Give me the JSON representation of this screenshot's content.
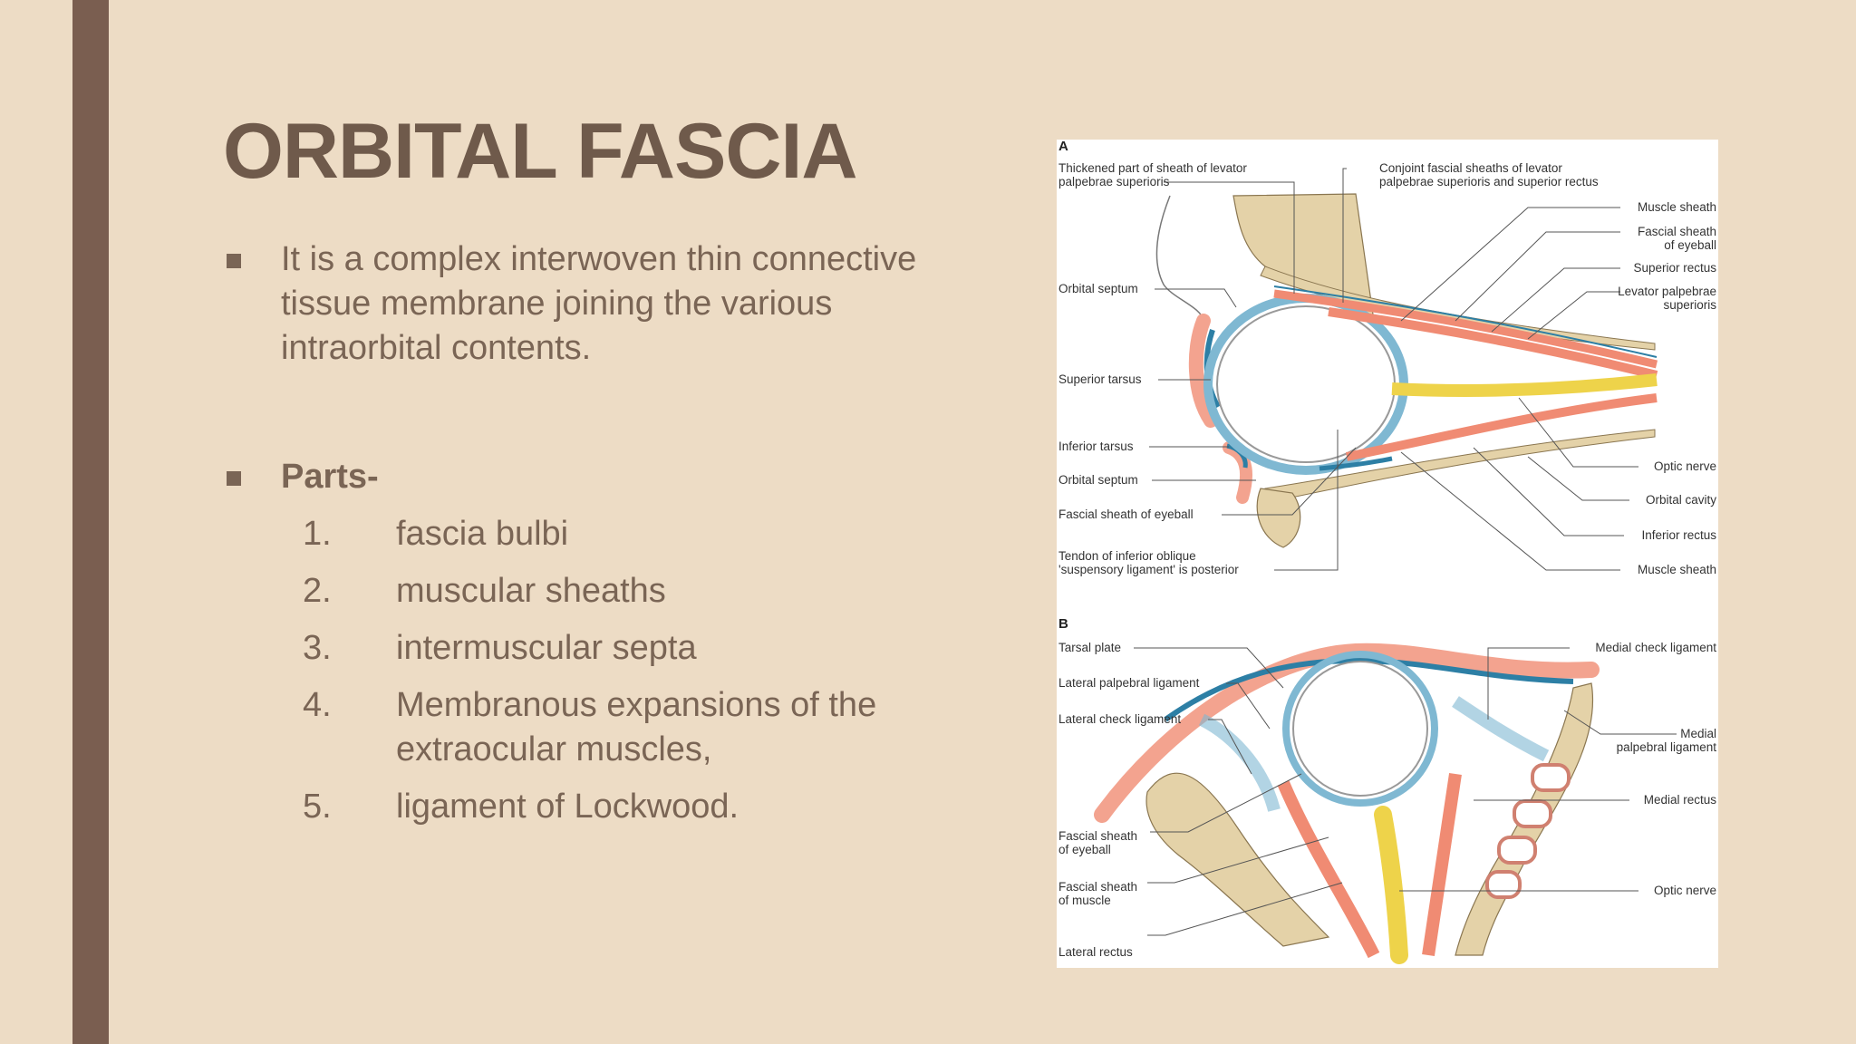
{
  "slide": {
    "title": "ORBITAL FASCIA",
    "bullets": [
      {
        "text": "It is a complex interwoven thin connective tissue membrane joining the various intraorbital contents."
      },
      {
        "text": "Parts-"
      }
    ],
    "parts": [
      {
        "num": "1.",
        "text": "fascia bulbi"
      },
      {
        "num": "2.",
        "text": "muscular sheaths"
      },
      {
        "num": "3.",
        "text": "intermuscular septa"
      },
      {
        "num": "4.",
        "text": "Membranous expansions of the extraocular muscles,"
      },
      {
        "num": "5.",
        "text": "ligament of Lockwood."
      }
    ]
  },
  "figure": {
    "panel_a": {
      "letter": "A",
      "labels_left": [
        "Thickened part of sheath of levator",
        "palpebrae superioris",
        "Orbital septum",
        "Superior tarsus",
        "Inferior tarsus",
        "Orbital septum",
        "Fascial sheath of eyeball",
        "Tendon of inferior oblique",
        "'suspensory ligament' is posterior"
      ],
      "labels_top": [
        "Conjoint fascial sheaths of levator",
        "palpebrae superioris and superior rectus"
      ],
      "labels_right": [
        "Muscle sheath",
        "Fascial sheath",
        "of eyeball",
        "Superior rectus",
        "Levator palpebrae",
        "superioris",
        "Optic nerve",
        "Orbital cavity",
        "Inferior rectus",
        "Muscle sheath"
      ]
    },
    "panel_b": {
      "letter": "B",
      "labels_left": [
        "Tarsal plate",
        "Lateral palpebral ligament",
        "Lateral check ligament",
        "Fascial sheath",
        "of eyeball",
        "Fascial sheath",
        "of muscle",
        "Lateral rectus"
      ],
      "labels_right": [
        "Medial check ligament",
        "Medial",
        "palpebral ligament",
        "Medial rectus",
        "Optic nerve"
      ]
    }
  },
  "colors": {
    "background": "#eddcc5",
    "sidebar": "#7a5e50",
    "title": "#6f5a4b",
    "text": "#7a6555"
  }
}
